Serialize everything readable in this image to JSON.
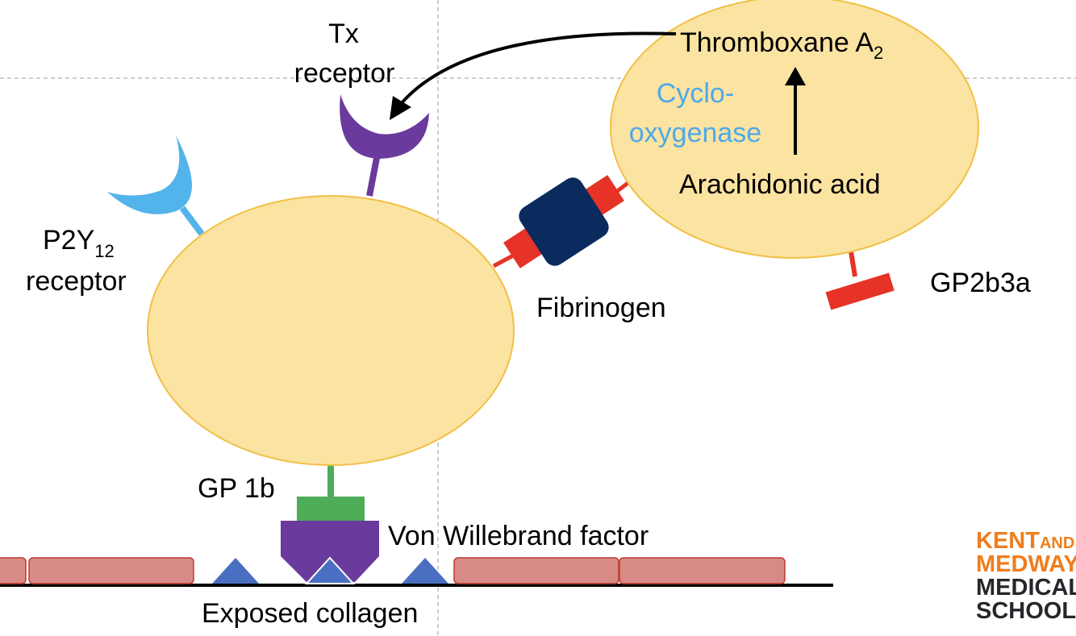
{
  "labels": {
    "tx_receptor_line1": "Tx",
    "tx_receptor_line2": "receptor",
    "thromboxane": "Thromboxane A",
    "thromboxane_sub": "2",
    "cyclooxygenase_line1": "Cyclo-",
    "cyclooxygenase_line2": "oxygenase",
    "arachidonic_acid": "Arachidonic acid",
    "p2y12_main": "P2Y",
    "p2y12_sub": "12",
    "p2y12_line2": "receptor",
    "fibrinogen": "Fibrinogen",
    "gp2b3a": "GP2b3a",
    "gp1b": "GP 1b",
    "vwf": "Von Willebrand factor",
    "collagen": "Exposed collagen"
  },
  "logo": {
    "line1": "KENT",
    "line1_small": "AND",
    "line2": "MEDWAY",
    "line3": "MEDICAL",
    "line4": "SCHOOL"
  },
  "colors": {
    "platelet_fill": "#fbe3a2",
    "platelet_stroke": "#f1c045",
    "tx_receptor": "#6a3a9c",
    "p2y12_receptor": "#52b4ea",
    "cyclooxygenase_text": "#4ea9e8",
    "fibrinogen_core": "#0b2a5e",
    "gp2b3a": "#e63227",
    "gp1b": "#4fad5a",
    "vwf": "#6a3a9c",
    "collagen_fill": "#d88b86",
    "collagen_stroke": "#c0392b",
    "collagen_triangle": "#4a6fc2",
    "logo_orange": "#f07d1c",
    "logo_dark": "#26262b"
  }
}
